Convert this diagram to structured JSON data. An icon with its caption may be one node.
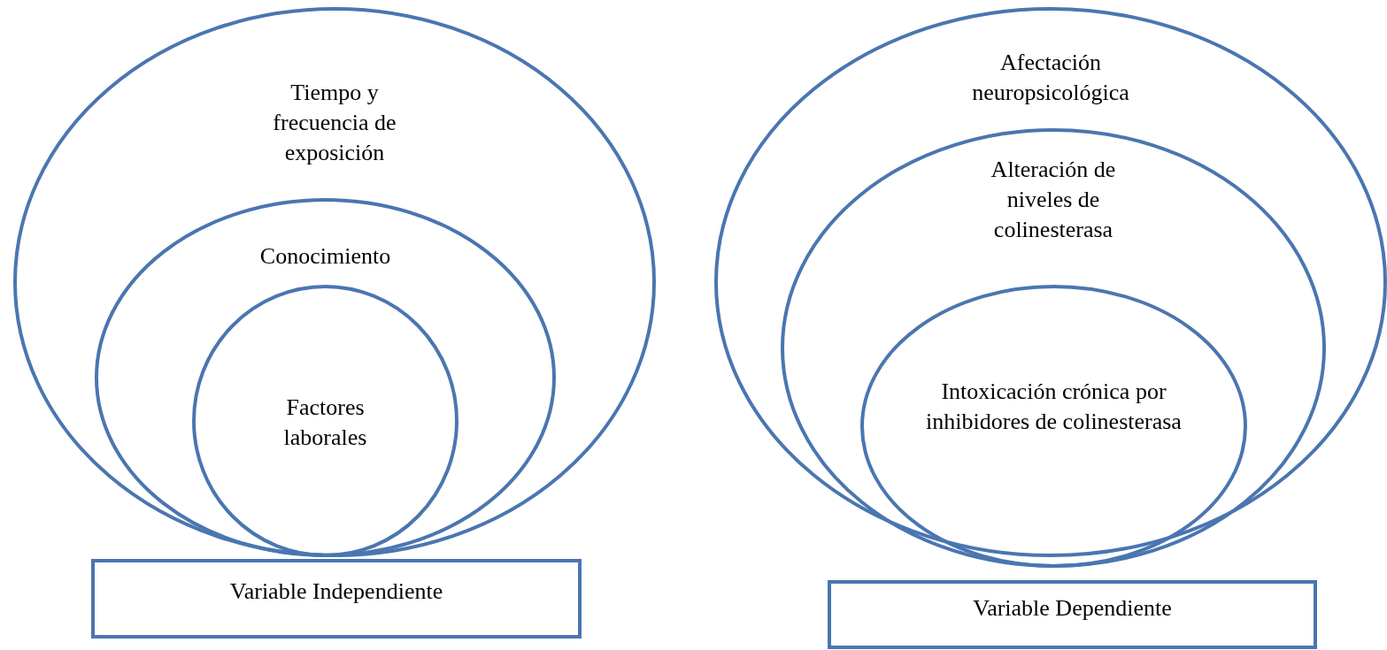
{
  "diagram": {
    "nodes": [
      {
        "text": [
          "Tiempo y frecuencia de exposición"
        ]
      },
      {
        "text": [
          "Conocimiento"
        ],
        "in": 0
      },
      {
        "text": [
          "Factores laborales"
        ],
        "in": 1
      },
      {
        "text": [
          "Variable Independiente"
        ]
      },
      {
        "text": [
          "Afectación neuropsicológica"
        ]
      },
      {
        "text": [
          "Alteración de niveles de colinesterasa"
        ],
        "in": 4
      },
      {
        "text": [
          "Intoxicación crónica por inhibidores de colinesterasa"
        ],
        "in": 5
      },
      {
        "text": [
          "Variable Dependiente"
        ]
      }
    ]
  }
}
